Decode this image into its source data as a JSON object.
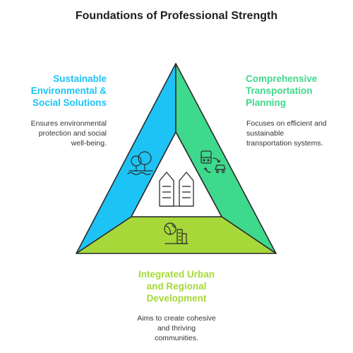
{
  "title": "Foundations of Professional Strength",
  "colors": {
    "blue": "#1ec3f5",
    "green": "#3ed98c",
    "lime": "#a6d83a",
    "outline": "#2b2b2b"
  },
  "sections": {
    "environmental": {
      "heading_lines": [
        "Sustainable",
        "Environmental &",
        "Social Solutions"
      ],
      "description_lines": [
        "Ensures environmental",
        "protection and social",
        "well-being."
      ],
      "icon": "trees-park-icon"
    },
    "transportation": {
      "heading_lines": [
        "Comprehensive",
        "Transportation",
        "Planning"
      ],
      "description_lines": [
        "Focuses on efficient and",
        "sustainable",
        "transportation systems."
      ],
      "icon": "transit-cycle-icon"
    },
    "urban": {
      "heading_lines": [
        "Integrated Urban",
        "and Regional",
        "Development"
      ],
      "description_lines": [
        "Aims to create cohesive",
        "and thriving",
        "communities."
      ],
      "icon": "globe-city-icon"
    }
  },
  "center_icon": "skyscrapers-icon"
}
